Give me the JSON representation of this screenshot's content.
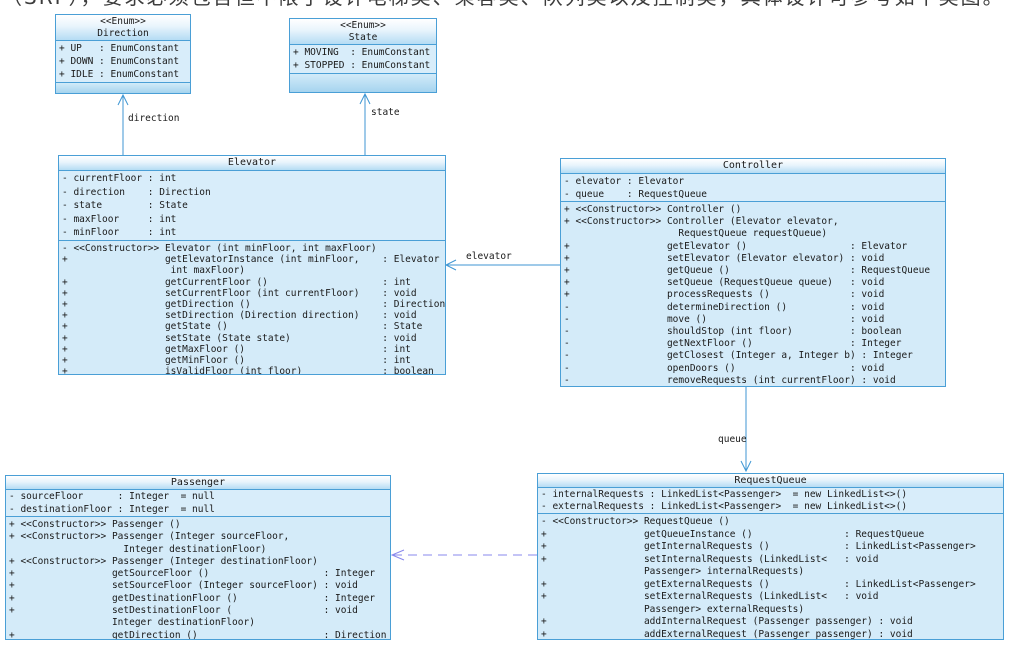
{
  "page": {
    "top_text": "（SRP），要求必须包含但不限于设计电梯类、乘客类、队列类以及控制类，具体设计可参考如下类图。"
  },
  "colors": {
    "box_border": "#4a9fd6",
    "box_body": "#d8edfa",
    "header_gradient_top": "#ffffff",
    "header_gradient_bottom": "#b5dcf4",
    "connector_blue": "#3f96d3",
    "dependency_purple": "#8888ec",
    "text": "#1a1a1a"
  },
  "classes": [
    {
      "id": "direction-enum",
      "stereotype": "<<Enum>>",
      "name": "Direction",
      "attributes": [
        "+ UP   : EnumConstant",
        "+ DOWN : EnumConstant",
        "+ IDLE : EnumConstant"
      ],
      "methods": []
    },
    {
      "id": "state-enum",
      "stereotype": "<<Enum>>",
      "name": "State",
      "attributes": [
        "+ MOVING  : EnumConstant",
        "+ STOPPED : EnumConstant"
      ],
      "methods": []
    },
    {
      "id": "elevator-class",
      "stereotype": "",
      "name": "Elevator",
      "attributes": [
        "- currentFloor : int",
        "- direction    : Direction",
        "- state        : State",
        "- maxFloor     : int",
        "- minFloor     : int"
      ],
      "methods": [
        "- <<Constructor>> Elevator (int minFloor, int maxFloor)",
        "+                 getElevatorInstance (int minFloor,    : Elevator",
        "                   int maxFloor)",
        "+                 getCurrentFloor ()                    : int",
        "+                 setCurrentFloor (int currentFloor)    : void",
        "+                 getDirection ()                       : Direction",
        "+                 setDirection (Direction direction)    : void",
        "+                 getState ()                           : State",
        "+                 setState (State state)                : void",
        "+                 getMaxFloor ()                        : int",
        "+                 getMinFloor ()                        : int",
        "+                 isValidFloor (int floor)              : boolean"
      ]
    },
    {
      "id": "controller-class",
      "stereotype": "",
      "name": "Controller",
      "attributes": [
        "- elevator : Elevator",
        "- queue    : RequestQueue"
      ],
      "methods": [
        "+ <<Constructor>> Controller ()",
        "+ <<Constructor>> Controller (Elevator elevator,",
        "                    RequestQueue requestQueue)",
        "+                 getElevator ()                  : Elevator",
        "+                 setElevator (Elevator elevator) : void",
        "+                 getQueue ()                     : RequestQueue",
        "+                 setQueue (RequestQueue queue)   : void",
        "+                 processRequests ()              : void",
        "-                 determineDirection ()           : void",
        "-                 move ()                         : void",
        "-                 shouldStop (int floor)          : boolean",
        "-                 getNextFloor ()                 : Integer",
        "-                 getClosest (Integer a, Integer b) : Integer",
        "-                 openDoors ()                    : void",
        "-                 removeRequests (int currentFloor) : void"
      ]
    },
    {
      "id": "passenger-class",
      "stereotype": "",
      "name": "Passenger",
      "attributes": [
        "- sourceFloor      : Integer  = null",
        "- destinationFloor : Integer  = null"
      ],
      "methods": [
        "+ <<Constructor>> Passenger ()",
        "+ <<Constructor>> Passenger (Integer sourceFloor,",
        "                    Integer destinationFloor)",
        "+ <<Constructor>> Passenger (Integer destinationFloor)",
        "+                 getSourceFloor ()                    : Integer",
        "+                 setSourceFloor (Integer sourceFloor) : void",
        "+                 getDestinationFloor ()               : Integer",
        "+                 setDestinationFloor (                : void",
        "                  Integer destinationFloor)",
        "+                 getDirection ()                      : Direction"
      ]
    },
    {
      "id": "requestqueue-class",
      "stereotype": "",
      "name": "RequestQueue",
      "attributes": [
        "- internalRequests : LinkedList<Passenger>  = new LinkedList<>()",
        "- externalRequests : LinkedList<Passenger>  = new LinkedList<>()"
      ],
      "methods": [
        "- <<Constructor>> RequestQueue ()",
        "+                 getQueueInstance ()                : RequestQueue",
        "+                 getInternalRequests ()             : LinkedList<Passenger>",
        "+                 setInternalRequests (LinkedList<   : void",
        "                  Passenger> internalRequests)",
        "+                 getExternalRequests ()             : LinkedList<Passenger>",
        "+                 setExternalRequests (LinkedList<   : void",
        "                  Passenger> externalRequests)",
        "+                 addInternalRequest (Passenger passenger) : void",
        "+                 addExternalRequest (Passenger passenger) : void"
      ]
    }
  ],
  "connectors": [
    {
      "id": "elevator-to-direction",
      "label": "direction",
      "style": "solid"
    },
    {
      "id": "elevator-to-state",
      "label": "state",
      "style": "solid"
    },
    {
      "id": "controller-to-elevator",
      "label": "elevator",
      "style": "solid"
    },
    {
      "id": "controller-to-requestqueue",
      "label": "queue",
      "style": "solid"
    },
    {
      "id": "requestqueue-to-passenger",
      "label": "",
      "style": "dashed"
    }
  ]
}
